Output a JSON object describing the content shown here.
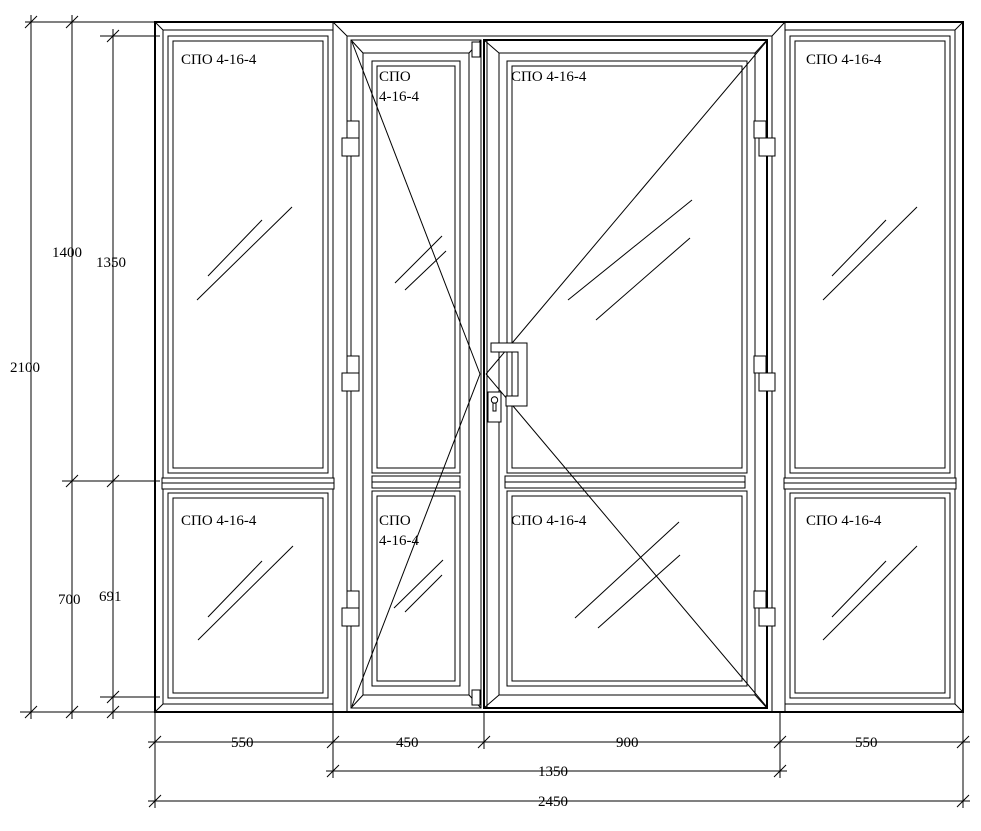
{
  "glazing": {
    "left_upper": "СПО 4-16-4",
    "left_lower": "СПО 4-16-4",
    "narrow_upper_line1": "СПО",
    "narrow_upper_line2": "4-16-4",
    "narrow_lower_line1": "СПО",
    "narrow_lower_line2": "4-16-4",
    "wide_upper": "СПО 4-16-4",
    "wide_lower": "СПО 4-16-4",
    "right_upper": "СПО 4-16-4",
    "right_lower": "СПО 4-16-4"
  },
  "dimensions": {
    "vertical": {
      "total_height": "2100",
      "upper_frame": "1400",
      "upper_glass": "1350",
      "lower_frame": "700",
      "lower_glass": "691"
    },
    "horizontal": {
      "left_side": "550",
      "narrow_leaf": "450",
      "wide_leaf": "900",
      "right_side": "550",
      "door_block": "1350",
      "total_width": "2450"
    }
  }
}
